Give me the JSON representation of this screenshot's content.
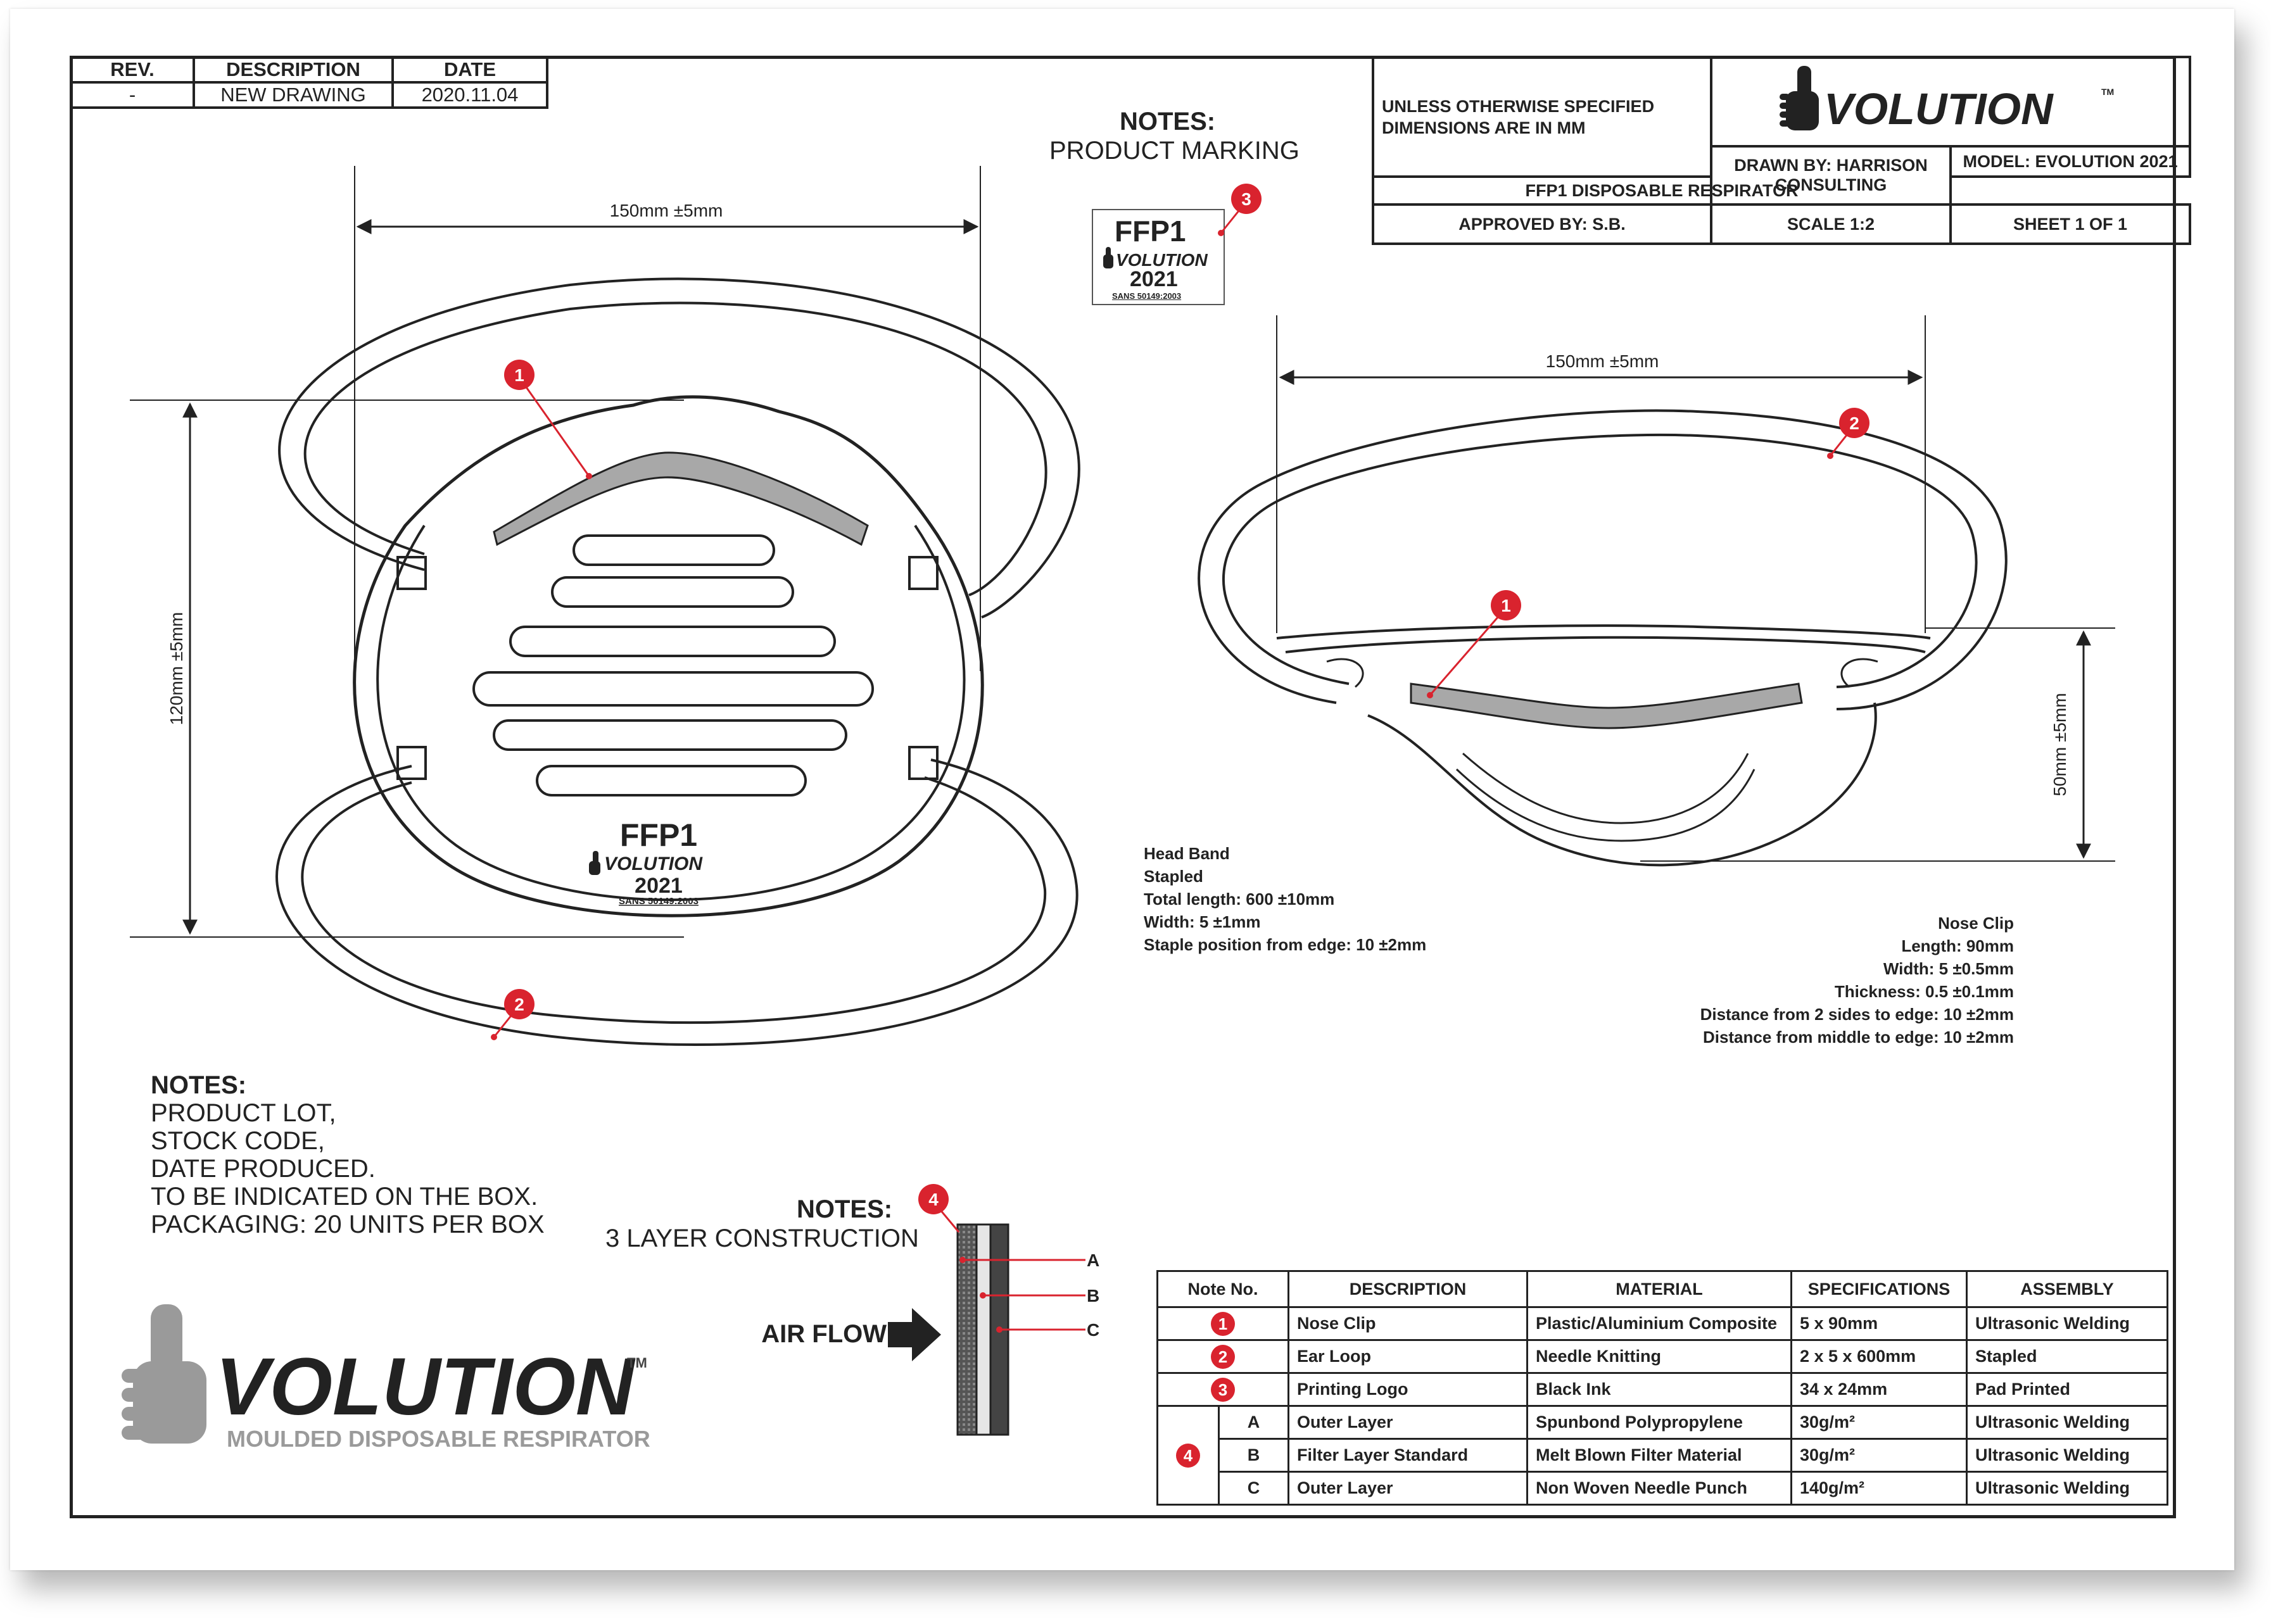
{
  "revision": {
    "headers": [
      "REV.",
      "DESCRIPTION",
      "DATE"
    ],
    "row": [
      "-",
      "NEW DRAWING",
      "2020.11.04"
    ]
  },
  "title_block": {
    "dims_note": "UNLESS OTHERWISE SPECIFIED DIMENSIONS ARE IN MM",
    "drawn_by": "DRAWN BY: HARRISON CONSULTING",
    "approved_by": "APPROVED BY: S.B.",
    "model": "MODEL: EVOLUTION 2021",
    "product": "FFP1 DISPOSABLE RESPIRATOR",
    "scale": "SCALE 1:2",
    "sheet": "SHEET 1 OF 1",
    "logo_text": "VOLUTION",
    "tm": "TM"
  },
  "notes_marking": {
    "title": "NOTES:",
    "body": "PRODUCT MARKING"
  },
  "marking_label": {
    "line1": "FFP1",
    "brand": "VOLUTION",
    "year": "2021",
    "standard": "SANS 50149:2003"
  },
  "front_view": {
    "width_dim": "150mm ±5mm",
    "height_dim": "120mm ±5mm",
    "callouts": [
      "1",
      "2"
    ]
  },
  "side_view": {
    "width_dim": "150mm ±5mm",
    "height_dim": "50mm ±5mm",
    "callouts": [
      "2",
      "1"
    ]
  },
  "callout_3": "3",
  "callout_4": "4",
  "head_band": {
    "lines": [
      "Head Band",
      "Stapled",
      "Total length: 600 ±10mm",
      "Width: 5 ±1mm",
      "Staple position from edge: 10 ±2mm"
    ]
  },
  "nose_clip": {
    "lines": [
      "Nose Clip",
      "Length: 90mm",
      "Width: 5 ±0.5mm",
      "Thickness: 0.5 ±0.1mm",
      "Distance from 2 sides to edge: 10 ±2mm",
      "Distance from middle to edge: 10 ±2mm"
    ]
  },
  "notes_lot": {
    "title": "NOTES:",
    "lines": [
      "PRODUCT LOT,",
      "STOCK CODE,",
      "DATE PRODUCED.",
      "TO BE INDICATED ON THE BOX.",
      "PACKAGING: 20 UNITS PER BOX"
    ]
  },
  "notes_layers": {
    "title": "NOTES:",
    "body": "3 LAYER CONSTRUCTION",
    "airflow": "AIR FLOW",
    "labels": [
      "A",
      "B",
      "C"
    ]
  },
  "brand": {
    "logo_text": "VOLUTION",
    "tm": "TM",
    "subtitle": "MOULDED DISPOSABLE RESPIRATOR"
  },
  "spec_table": {
    "headers": [
      "Note No.",
      "DESCRIPTION",
      "MATERIAL",
      "SPECIFICATIONS",
      "ASSEMBLY"
    ],
    "rows": [
      {
        "no": "1",
        "sub": "",
        "description": "Nose Clip",
        "material": "Plastic/Aluminium Composite",
        "spec": "5 x 90mm",
        "assembly": "Ultrasonic Welding"
      },
      {
        "no": "2",
        "sub": "",
        "description": "Ear Loop",
        "material": "Needle Knitting",
        "spec": "2 x 5 x 600mm",
        "assembly": "Stapled"
      },
      {
        "no": "3",
        "sub": "",
        "description": "Printing Logo",
        "material": "Black Ink",
        "spec": "34 x 24mm",
        "assembly": "Pad Printed"
      },
      {
        "no": "4",
        "sub": "A",
        "description": "Outer Layer",
        "material": "Spunbond Polypropylene",
        "spec": "30g/m²",
        "assembly": "Ultrasonic Welding"
      },
      {
        "no": "",
        "sub": "B",
        "description": "Filter Layer Standard",
        "material": "Melt Blown Filter Material",
        "spec": "30g/m²",
        "assembly": "Ultrasonic Welding"
      },
      {
        "no": "",
        "sub": "C",
        "description": "Outer Layer",
        "material": "Non Woven Needle Punch",
        "spec": "140g/m²",
        "assembly": "Ultrasonic Welding"
      }
    ]
  },
  "colors": {
    "callout_red": "#d9232e",
    "line": "#222222",
    "nose_clip_grey": "#a8a8a8",
    "logo_grey": "#9a9a9a"
  }
}
